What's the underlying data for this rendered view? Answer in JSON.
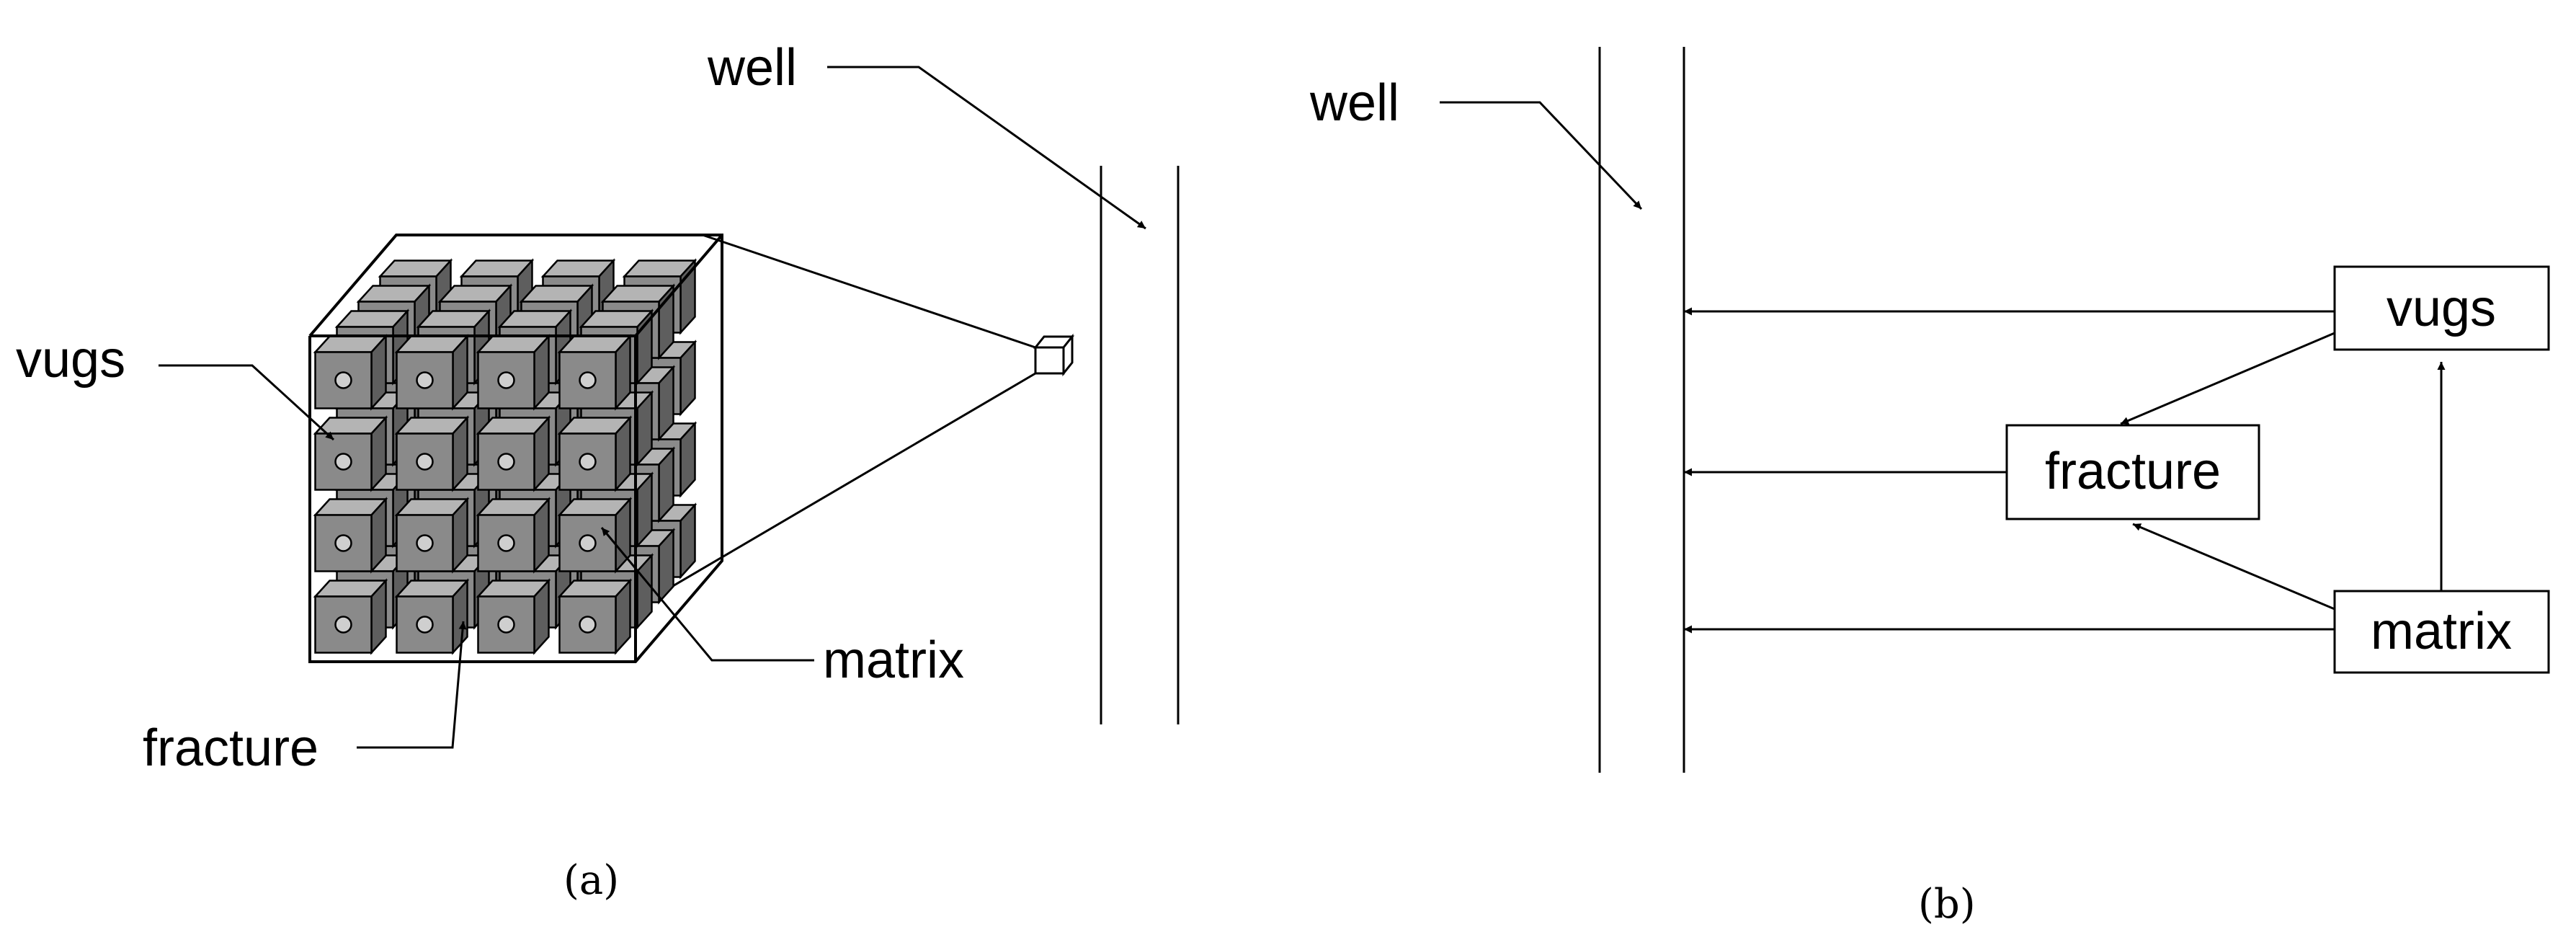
{
  "panel_a": {
    "labels": {
      "well": "well",
      "vugs": "vugs",
      "matrix": "matrix",
      "fracture": "fracture"
    },
    "caption": "(a)"
  },
  "panel_b": {
    "labels": {
      "well": "well"
    },
    "nodes": {
      "vugs": "vugs",
      "fracture": "fracture",
      "matrix": "matrix"
    },
    "caption": "(b)"
  },
  "colors": {
    "ink": "#000000",
    "cube_face": "#8a8a8a",
    "cube_top": "#b4b4b4",
    "cube_side": "#5e5e5e"
  }
}
